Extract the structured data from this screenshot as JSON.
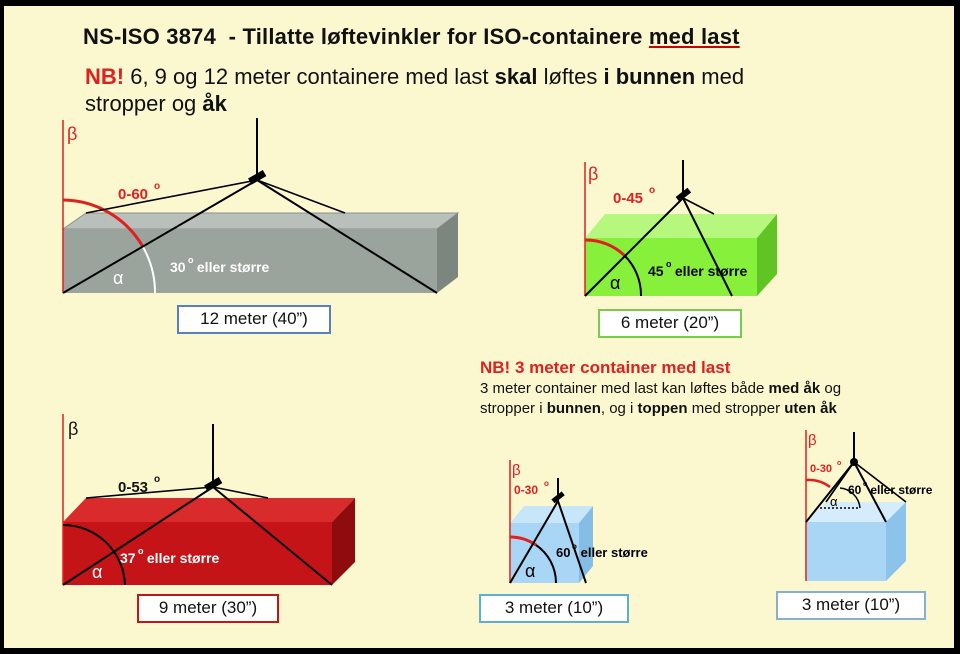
{
  "title": {
    "prefix": "NS-ISO 3874  - Tillatte løftevinkler for ISO-containere ",
    "underlined": "med last"
  },
  "notice": {
    "nb": "NB!",
    "line1_a": " 6, 9 og 12 meter containere med last ",
    "line1_b": "skal",
    "line1_c": " løftes ",
    "line1_d": "i bunnen",
    "line1_e": " med",
    "line2_a": "stropper og ",
    "line2_b": "åk"
  },
  "nb3": {
    "heading": "NB! 3 meter container med last",
    "line1_a": "3 meter container med last kan løftes både ",
    "line1_b": "med åk",
    "line1_c": " og",
    "line2_a": "stropper i ",
    "line2_b": "bunnen",
    "line2_c": ", og i ",
    "line2_d": "toppen",
    "line2_e": " med stropper ",
    "line2_f": "uten åk"
  },
  "containers": {
    "c12": {
      "label": "12 meter (40”)",
      "range": "0-60",
      "min_angle": "30",
      "min_suffix": " eller større",
      "color": "#9aa39c",
      "border": "#5b7fb8",
      "beta": "β",
      "alpha": "α",
      "deg": "o"
    },
    "c6": {
      "label": "6 meter (20”)",
      "range": "0-45",
      "min_angle": "45",
      "min_suffix": " eller større",
      "color": "#86f03a",
      "border": "#7acb4a",
      "beta": "β",
      "alpha": "α",
      "deg": "o"
    },
    "c9": {
      "label": "9 meter (30”)",
      "range": "0-53",
      "min_angle": "37",
      "min_suffix": " eller større",
      "color": "#c51417",
      "border": "#c01818",
      "beta": "β",
      "alpha": "α",
      "deg": "o"
    },
    "c3a": {
      "label": "3 meter (10”)",
      "range": "0-30",
      "min_angle": "60",
      "min_suffix": " eller større",
      "color": "#a9d6f5",
      "border": "#5bb0d8",
      "beta": "β",
      "alpha": "α",
      "deg": "o"
    },
    "c3b": {
      "label": "3 meter (10”)",
      "range": "0-30",
      "min_angle": "60",
      "min_suffix": " eller større",
      "color": "#a9d6f5",
      "border": "#8ab0d0",
      "beta": "β",
      "alpha": "α",
      "deg": "o"
    }
  }
}
